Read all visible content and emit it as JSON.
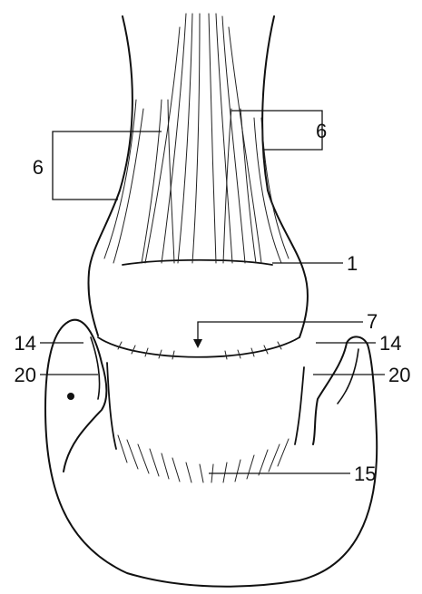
{
  "labels": {
    "l6_left": "6",
    "l6_right": "6",
    "l1": "1",
    "l7": "7",
    "l14_left": "14",
    "l14_right": "14",
    "l20_left": "20",
    "l20_right": "20",
    "l15": "15"
  }
}
